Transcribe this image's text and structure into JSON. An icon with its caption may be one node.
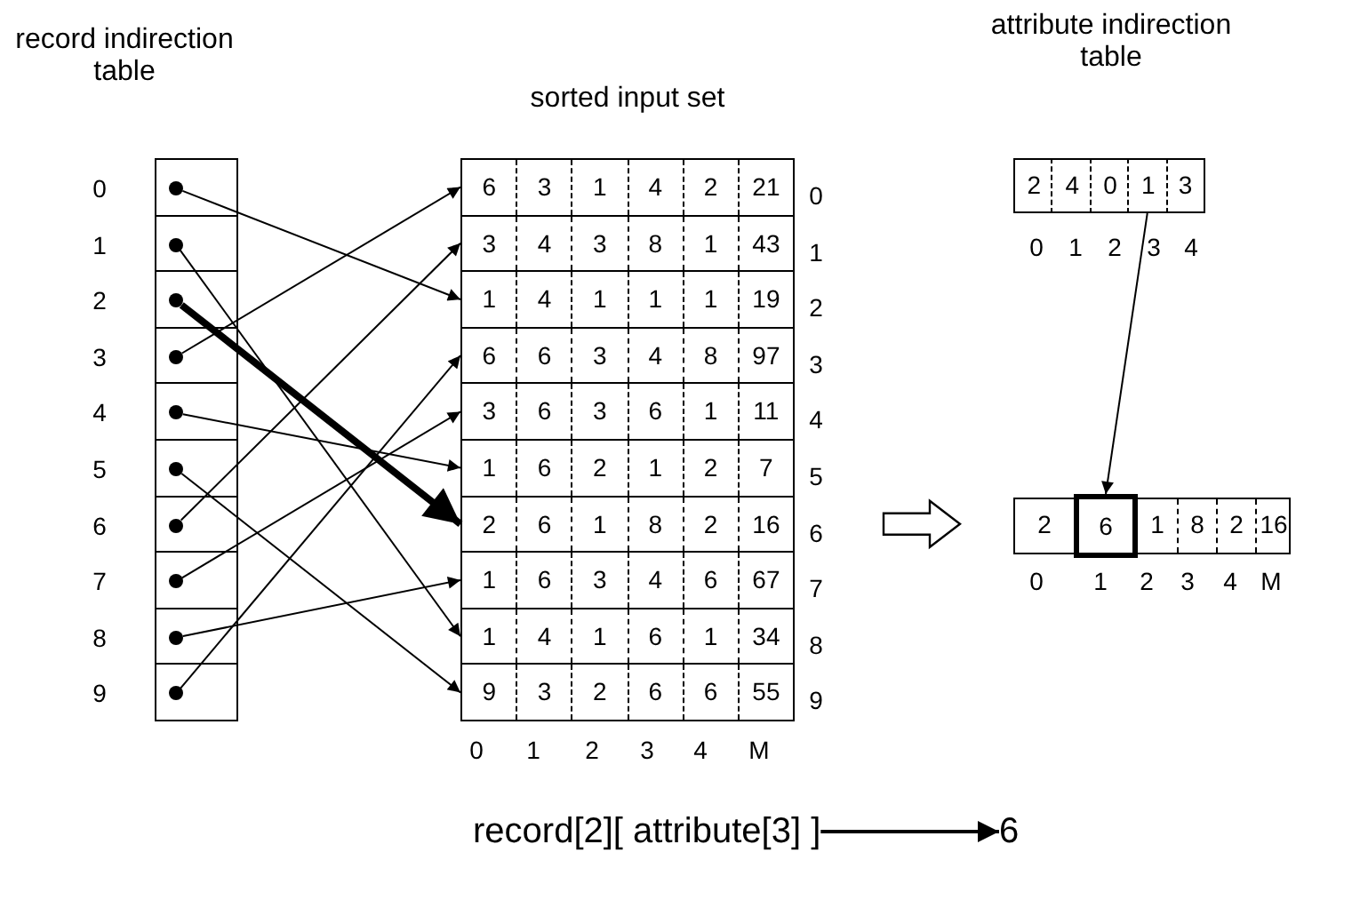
{
  "diagram": {
    "nodes": [
      {
        "text": [
          "record indirection table"
        ]
      },
      {
        "text": [],
        "shape": "box",
        "in": 0,
        "beside": [
          "0"
        ]
      },
      {
        "text": [],
        "shape": "circle",
        "in": 1
      },
      {
        "text": [],
        "shape": "box",
        "in": 0,
        "beside": [
          "1"
        ]
      },
      {
        "text": [],
        "shape": "circle",
        "in": 3
      },
      {
        "text": [],
        "shape": "box",
        "in": 0,
        "beside": [
          "2"
        ]
      },
      {
        "text": [],
        "shape": "circle",
        "in": 5
      },
      {
        "text": [],
        "shape": "box",
        "in": 0,
        "beside": [
          "3"
        ]
      },
      {
        "text": [],
        "shape": "circle",
        "in": 7
      },
      {
        "text": [],
        "shape": "box",
        "in": 0,
        "beside": [
          "4"
        ]
      },
      {
        "text": [],
        "shape": "circle",
        "in": 9
      },
      {
        "text": [],
        "shape": "box",
        "in": 0,
        "beside": [
          "5"
        ]
      },
      {
        "text": [],
        "shape": "circle",
        "in": 11
      },
      {
        "text": [],
        "shape": "box",
        "in": 0,
        "beside": [
          "6"
        ]
      },
      {
        "text": [],
        "shape": "circle",
        "in": 13
      },
      {
        "text": [],
        "shape": "box",
        "in": 0,
        "beside": [
          "7"
        ]
      },
      {
        "text": [],
        "shape": "circle",
        "in": 15
      },
      {
        "text": [],
        "shape": "box",
        "in": 0,
        "beside": [
          "8"
        ]
      },
      {
        "text": [],
        "shape": "circle",
        "in": 17
      },
      {
        "text": [],
        "shape": "box",
        "in": 0,
        "beside": [
          "9"
        ]
      },
      {
        "text": [],
        "shape": "circle",
        "in": 19
      },
      {
        "text": [
          "sorted input set"
        ]
      },
      {
        "text": [
          "6",
          "3",
          "1",
          "4",
          "2",
          "21"
        ],
        "in": 21,
        "beside": [
          "0"
        ]
      },
      {
        "text": [
          "3",
          "4",
          "3",
          "8",
          "1",
          "43"
        ],
        "in": 21,
        "beside": [
          "1"
        ]
      },
      {
        "text": [
          "1",
          "4",
          "1",
          "1",
          "1",
          "19"
        ],
        "in": 21,
        "beside": [
          "2"
        ]
      },
      {
        "text": [
          "6",
          "6",
          "3",
          "4",
          "8",
          "97"
        ],
        "in": 21,
        "beside": [
          "3"
        ]
      },
      {
        "text": [
          "3",
          "6",
          "3",
          "6",
          "1",
          "11"
        ],
        "in": 21,
        "beside": [
          "4"
        ]
      },
      {
        "text": [
          "1",
          "6",
          "2",
          "1",
          "2",
          "7"
        ],
        "in": 21,
        "beside": [
          "5"
        ]
      },
      {
        "text": [
          "2",
          "6",
          "1",
          "8",
          "2",
          "16"
        ],
        "in": 21,
        "beside": [
          "6"
        ]
      },
      {
        "text": [
          "1",
          "6",
          "3",
          "4",
          "6",
          "67"
        ],
        "in": 21,
        "beside": [
          "7"
        ]
      },
      {
        "text": [
          "1",
          "4",
          "1",
          "6",
          "1",
          "34"
        ],
        "in": 21,
        "beside": [
          "8"
        ]
      },
      {
        "text": [
          "9",
          "3",
          "2",
          "6",
          "6",
          "55"
        ],
        "in": 21,
        "beside": [
          "9"
        ]
      },
      {
        "text": [
          "attribute indirection table"
        ]
      },
      {
        "text": [
          "2"
        ],
        "in": 32
      },
      {
        "text": [
          "4"
        ],
        "in": 32
      },
      {
        "text": [
          "0"
        ],
        "in": 32
      },
      {
        "text": [
          "1"
        ],
        "in": 32
      },
      {
        "text": [
          "3"
        ],
        "in": 32
      },
      {
        "text": [],
        "shape": "box"
      },
      {
        "text": [
          "2"
        ],
        "in": 38
      },
      {
        "text": [
          "6"
        ],
        "in": 38
      },
      {
        "text": [
          "1"
        ],
        "in": 38
      },
      {
        "text": [
          "8"
        ],
        "in": 38
      },
      {
        "text": [
          "2"
        ],
        "in": 38
      },
      {
        "text": [
          "16"
        ],
        "in": 38
      },
      {
        "text": [
          "record[2][ attribute[3] ]"
        ]
      },
      {
        "text": [
          "6"
        ]
      }
    ],
    "edges": [
      {
        "from": 2,
        "to": 24,
        "arrow": "to"
      },
      {
        "from": 4,
        "to": 30,
        "arrow": "to"
      },
      {
        "from": 6,
        "to": 28,
        "arrow": "to",
        "style": "thick"
      },
      {
        "from": 8,
        "to": 22,
        "arrow": "to"
      },
      {
        "from": 10,
        "to": 27,
        "arrow": "to"
      },
      {
        "from": 12,
        "to": 31,
        "arrow": "to"
      },
      {
        "from": 14,
        "to": 23,
        "arrow": "to"
      },
      {
        "from": 16,
        "to": 26,
        "arrow": "to"
      },
      {
        "from": 18,
        "to": 29,
        "arrow": "to"
      },
      {
        "from": 20,
        "to": 25,
        "arrow": "to"
      },
      {
        "from": 36,
        "to": 40,
        "arrow": "to"
      },
      {
        "from": 28,
        "to": 38,
        "arrow": "to",
        "style": "thick"
      },
      {
        "from": 45,
        "to": 46,
        "arrow": "to"
      }
    ],
    "labels": [
      "0",
      "1",
      "2",
      "3",
      "4",
      "0",
      "1",
      "2",
      "3",
      "4",
      "M",
      "0",
      "1",
      "2",
      "3",
      "4",
      "M"
    ]
  }
}
